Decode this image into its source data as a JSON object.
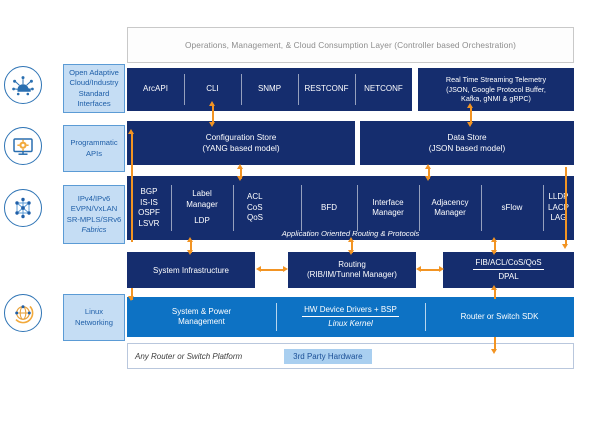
{
  "header": {
    "orchestration_layer": "Operations, Management, & Cloud Consumption Layer (Controller based Orchestration)"
  },
  "rail": [
    {
      "icon": "cloud-network-icon",
      "lines": [
        "Open Adaptive",
        "Cloud/Industry",
        "Standard Interfaces"
      ],
      "italic": ""
    },
    {
      "icon": "monitor-gear-icon",
      "lines": [
        "Programmatic",
        "APIs"
      ],
      "italic": ""
    },
    {
      "icon": "fabric-mesh-icon",
      "lines": [
        "IPv4/IPv6",
        "EVPN/VxLAN",
        "SR-MPLS/SRv6"
      ],
      "italic": "Fabrics"
    },
    {
      "icon": "globe-network-icon",
      "lines": [
        "Linux",
        "Networking"
      ],
      "italic": ""
    }
  ],
  "interfaces": {
    "items": [
      "ArcAPI",
      "CLI",
      "SNMP",
      "RESTCONF",
      "NETCONF"
    ],
    "telemetry": {
      "title": "Real Time Streaming Telemetry",
      "detail_line1": "(JSON, Google Protocol  Buffer,",
      "detail_line2": "Kafka, gNMI & gRPC)"
    }
  },
  "stores": {
    "config": {
      "title": "Configuration Store",
      "subtitle": "(YANG based model)"
    },
    "data": {
      "title": "Data Store",
      "subtitle": "(JSON based model)"
    }
  },
  "protocols": {
    "caption": "Application Oriented Routing & Protocols",
    "columns": [
      {
        "lines": [
          "BGP",
          "IS-IS",
          "OSPF",
          "LSVR"
        ]
      },
      {
        "lines": [
          "Label",
          "Manager",
          "",
          "LDP"
        ]
      },
      {
        "lines": [
          "ACL",
          "CoS",
          "QoS"
        ]
      },
      {
        "lines": [
          "BFD"
        ]
      },
      {
        "lines": [
          "Interface",
          "Manager"
        ]
      },
      {
        "lines": [
          "Adjacency",
          "Manager"
        ]
      },
      {
        "lines": [
          "sFlow"
        ]
      },
      {
        "lines": [
          "LLDP",
          "LACP",
          "LAG"
        ]
      }
    ]
  },
  "infrastructure": {
    "system_infrastructure": "System Infrastructure",
    "routing_title": "Routing",
    "routing_subtitle": "(RIB/IM/Tunnel Manager)",
    "fib_title": "FIB/ACL/CoS/QoS",
    "fib_subtitle": "DPAL"
  },
  "linux": {
    "power_line1": "System & Power",
    "power_line2": "Management",
    "drivers_title": "HW Device Drivers + BSP",
    "drivers_subtitle": "Linux Kernel",
    "sdk": "Router or Switch SDK"
  },
  "platform": {
    "label": "Any Router or Switch Platform",
    "third_party": "3rd Party Hardware"
  },
  "colors": {
    "navy": "#152d6e",
    "bright_blue": "#0d72c4",
    "accent_orange": "#f29423",
    "rail_fill": "#c5ddf4",
    "rail_border": "#5b9bd5",
    "rail_text": "#1f5fa8"
  }
}
